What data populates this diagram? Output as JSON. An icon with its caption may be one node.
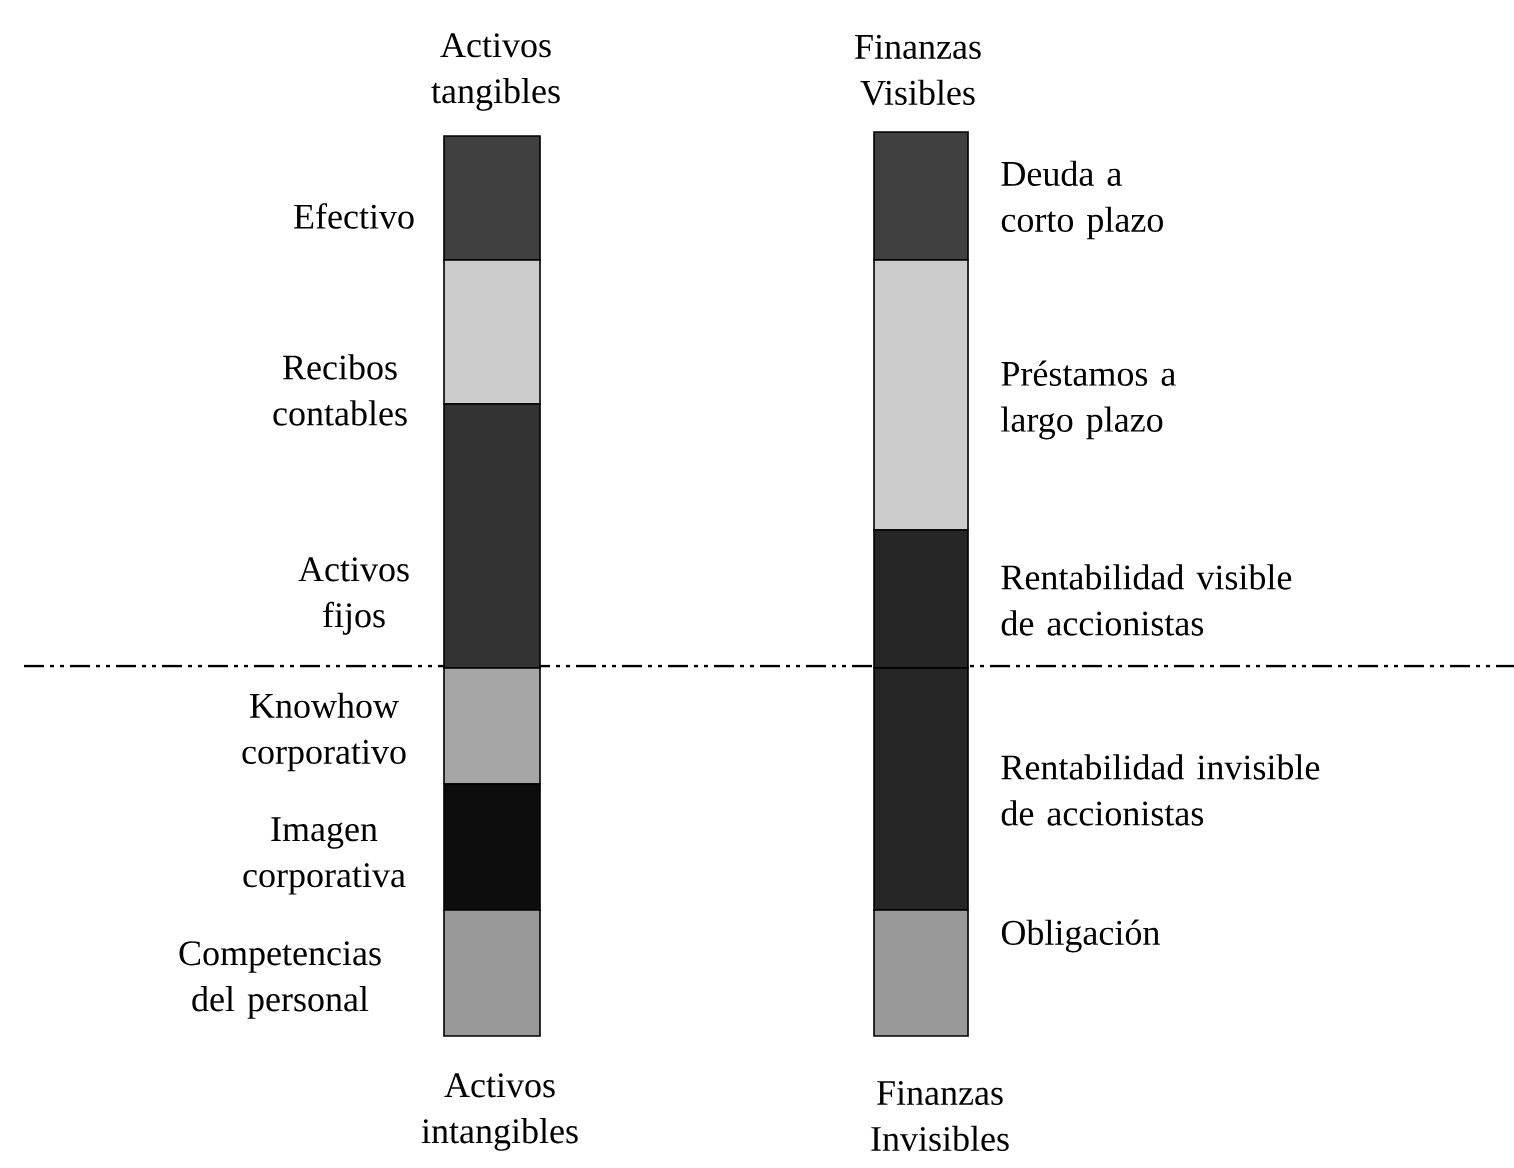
{
  "diagram": {
    "nodes": [
      {
        "text": [],
        "shape": "bar",
        "beside": [
          "Efectivo"
        ]
      },
      {
        "text": [],
        "shape": "bar",
        "beside": [
          "Recibos contables"
        ]
      },
      {
        "text": [],
        "shape": "bar",
        "beside": [
          "Activos fijos"
        ]
      },
      {
        "text": [],
        "shape": "bar",
        "beside": [
          "Knowhow corporativo"
        ]
      },
      {
        "text": [],
        "shape": "bar",
        "beside": [
          "Imagen corporativa"
        ]
      },
      {
        "text": [],
        "shape": "bar",
        "beside": [
          "Competencias del personal"
        ]
      },
      {
        "text": [],
        "shape": "bar",
        "beside": [
          "Deuda a corto plazo"
        ]
      },
      {
        "text": [],
        "shape": "bar",
        "beside": [
          "Préstamos a largo plazo"
        ]
      },
      {
        "text": [],
        "shape": "bar",
        "beside": [
          "Rentabilidad visible de accionistas"
        ]
      },
      {
        "text": [],
        "shape": "bar",
        "beside": [
          "Rentabilidad invisible de accionistas"
        ]
      },
      {
        "text": [],
        "shape": "bar",
        "beside": [
          "Obligación"
        ]
      }
    ],
    "labels": [
      "Activos tangibles",
      "Finanzas Visibles",
      "Activos intangibles",
      "Finanzas Invisibles"
    ]
  }
}
